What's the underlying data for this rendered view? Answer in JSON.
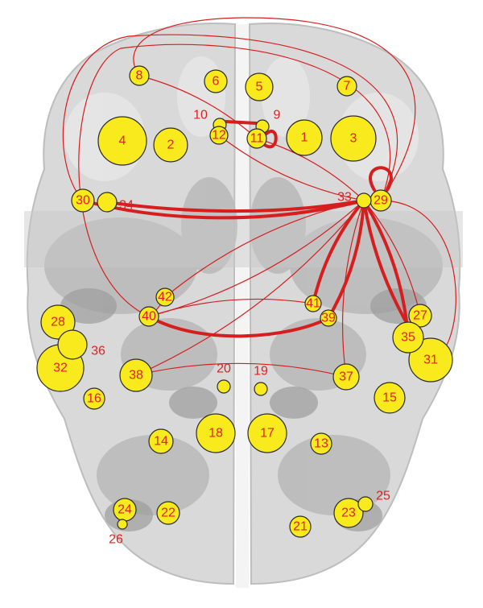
{
  "colors": {
    "node_fill": "#f8ea1c",
    "node_stroke": "#2b2b2b",
    "edge": "#d61e1e",
    "label": "#e02020",
    "brain_light": "#d6d6d6",
    "brain_mid": "#bdbdbd",
    "brain_dark": "#9a9a9a"
  },
  "nodes": [
    {
      "id": "1",
      "label": "1"
    },
    {
      "id": "2",
      "label": "2"
    },
    {
      "id": "3",
      "label": "3"
    },
    {
      "id": "4",
      "label": "4"
    },
    {
      "id": "5",
      "label": "5"
    },
    {
      "id": "6",
      "label": "6"
    },
    {
      "id": "7",
      "label": "7"
    },
    {
      "id": "8",
      "label": "8"
    },
    {
      "id": "9",
      "label": "9"
    },
    {
      "id": "10",
      "label": "10"
    },
    {
      "id": "11",
      "label": "11"
    },
    {
      "id": "12",
      "label": "12"
    },
    {
      "id": "13",
      "label": "13"
    },
    {
      "id": "14",
      "label": "14"
    },
    {
      "id": "15",
      "label": "15"
    },
    {
      "id": "16",
      "label": "16"
    },
    {
      "id": "17",
      "label": "17"
    },
    {
      "id": "18",
      "label": "18"
    },
    {
      "id": "19",
      "label": "19"
    },
    {
      "id": "20",
      "label": "20"
    },
    {
      "id": "21",
      "label": "21"
    },
    {
      "id": "22",
      "label": "22"
    },
    {
      "id": "23",
      "label": "23"
    },
    {
      "id": "24",
      "label": "24"
    },
    {
      "id": "25",
      "label": "25"
    },
    {
      "id": "26",
      "label": "26"
    },
    {
      "id": "27",
      "label": "27"
    },
    {
      "id": "28",
      "label": "28"
    },
    {
      "id": "29",
      "label": "29"
    },
    {
      "id": "30",
      "label": "30"
    },
    {
      "id": "31",
      "label": "31"
    },
    {
      "id": "32",
      "label": "32"
    },
    {
      "id": "33",
      "label": "33"
    },
    {
      "id": "34",
      "label": "34"
    },
    {
      "id": "35",
      "label": "35"
    },
    {
      "id": "36",
      "label": "36"
    },
    {
      "id": "37",
      "label": "37"
    },
    {
      "id": "38",
      "label": "38"
    },
    {
      "id": "39",
      "label": "39"
    },
    {
      "id": "40",
      "label": "40"
    },
    {
      "id": "41",
      "label": "41"
    },
    {
      "id": "42",
      "label": "42"
    }
  ],
  "edges": [
    {
      "from": "33",
      "to": "30",
      "weight": "strong"
    },
    {
      "from": "33",
      "to": "34",
      "weight": "strong"
    },
    {
      "from": "33",
      "to": "40",
      "weight": "thin"
    },
    {
      "from": "33",
      "to": "42",
      "weight": "thin"
    },
    {
      "from": "33",
      "to": "38",
      "weight": "thin"
    },
    {
      "from": "33",
      "to": "41",
      "weight": "strong"
    },
    {
      "from": "33",
      "to": "39",
      "weight": "strong"
    },
    {
      "from": "33",
      "to": "37",
      "weight": "thin"
    },
    {
      "from": "33",
      "to": "35",
      "weight": "strong"
    },
    {
      "from": "33",
      "to": "31",
      "weight": "strong"
    },
    {
      "from": "33",
      "to": "27",
      "weight": "thin"
    },
    {
      "from": "33",
      "to": "11",
      "weight": "thin"
    },
    {
      "from": "33",
      "to": "12",
      "weight": "thin"
    },
    {
      "from": "29",
      "to": "8",
      "weight": "thin"
    },
    {
      "from": "29",
      "to": "30",
      "weight": "thin"
    },
    {
      "from": "29",
      "to": "40",
      "weight": "thin"
    },
    {
      "from": "29",
      "to": "31",
      "weight": "thin"
    },
    {
      "from": "29",
      "to": "29",
      "weight": "strong"
    },
    {
      "from": "40",
      "to": "39",
      "weight": "strong"
    },
    {
      "from": "40",
      "to": "42",
      "weight": "thin"
    },
    {
      "from": "40",
      "to": "41",
      "weight": "thin"
    },
    {
      "from": "10",
      "to": "9",
      "weight": "strong"
    },
    {
      "from": "8",
      "to": "11",
      "weight": "thin"
    },
    {
      "from": "11",
      "to": "11",
      "weight": "strong"
    },
    {
      "from": "38",
      "to": "37",
      "weight": "thin"
    },
    {
      "from": "27",
      "to": "35",
      "weight": "thin"
    }
  ]
}
